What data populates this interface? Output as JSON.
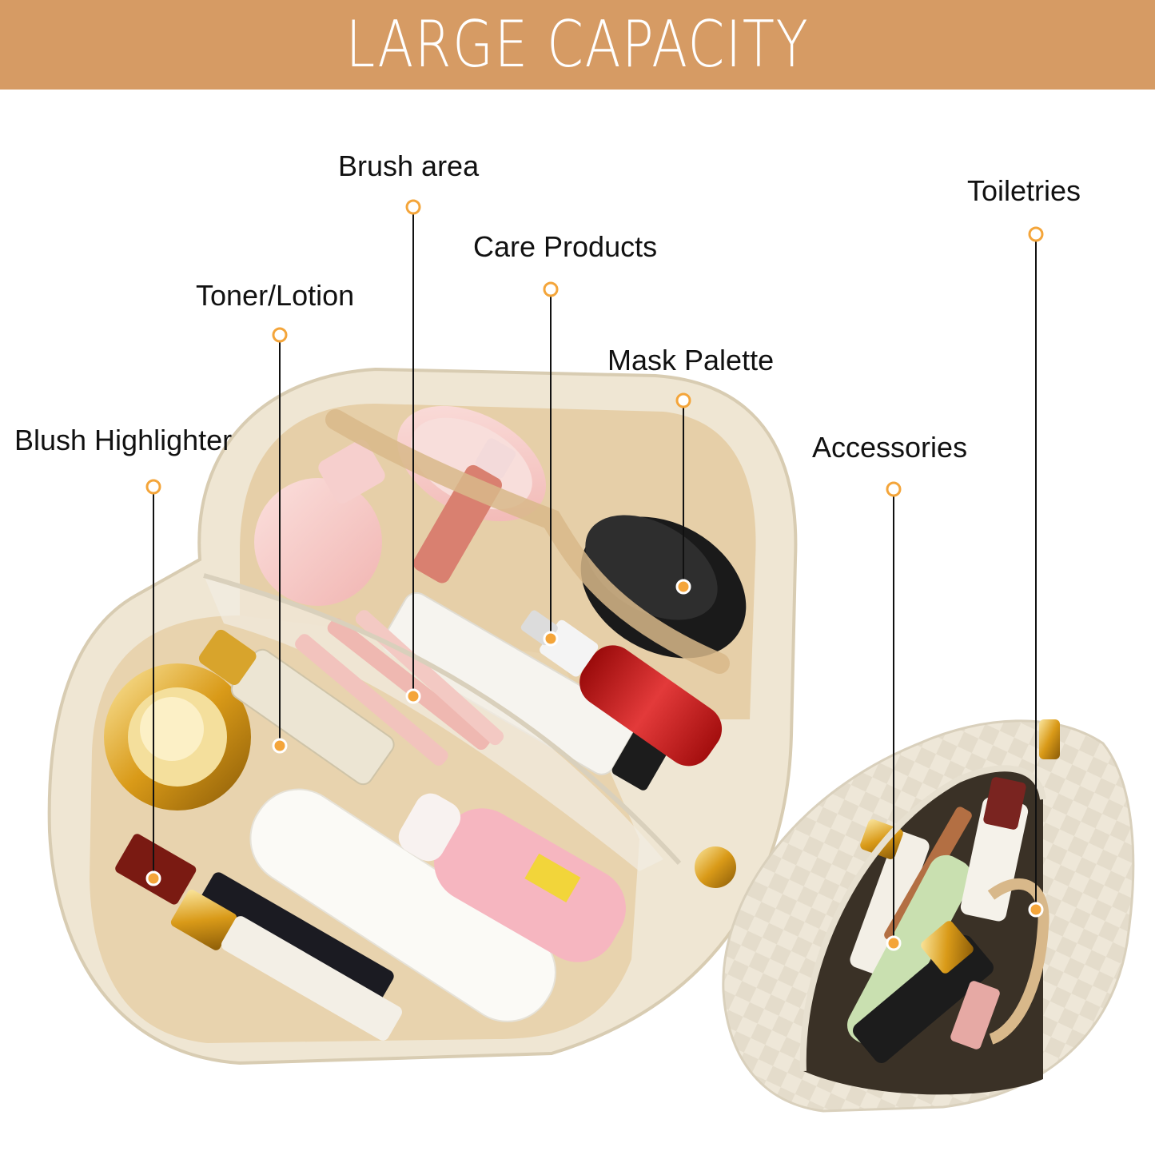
{
  "banner": {
    "title": "LARGE CAPACITY",
    "background": "#d69b64"
  },
  "accent_color": "#f4a53a",
  "callouts": [
    {
      "label": "Brush area"
    },
    {
      "label": "Care Products"
    },
    {
      "label": "Toner/Lotion"
    },
    {
      "label": "Mask Palette"
    },
    {
      "label": "Blush Highlighter"
    },
    {
      "label": "Accessories"
    },
    {
      "label": "Toiletries"
    }
  ],
  "photo": {
    "large_bag": {
      "color": "#efe6d3",
      "lining": "#e6cfa8"
    },
    "small_bag": {
      "color": "#eee7d8",
      "pattern": "checkered"
    }
  }
}
